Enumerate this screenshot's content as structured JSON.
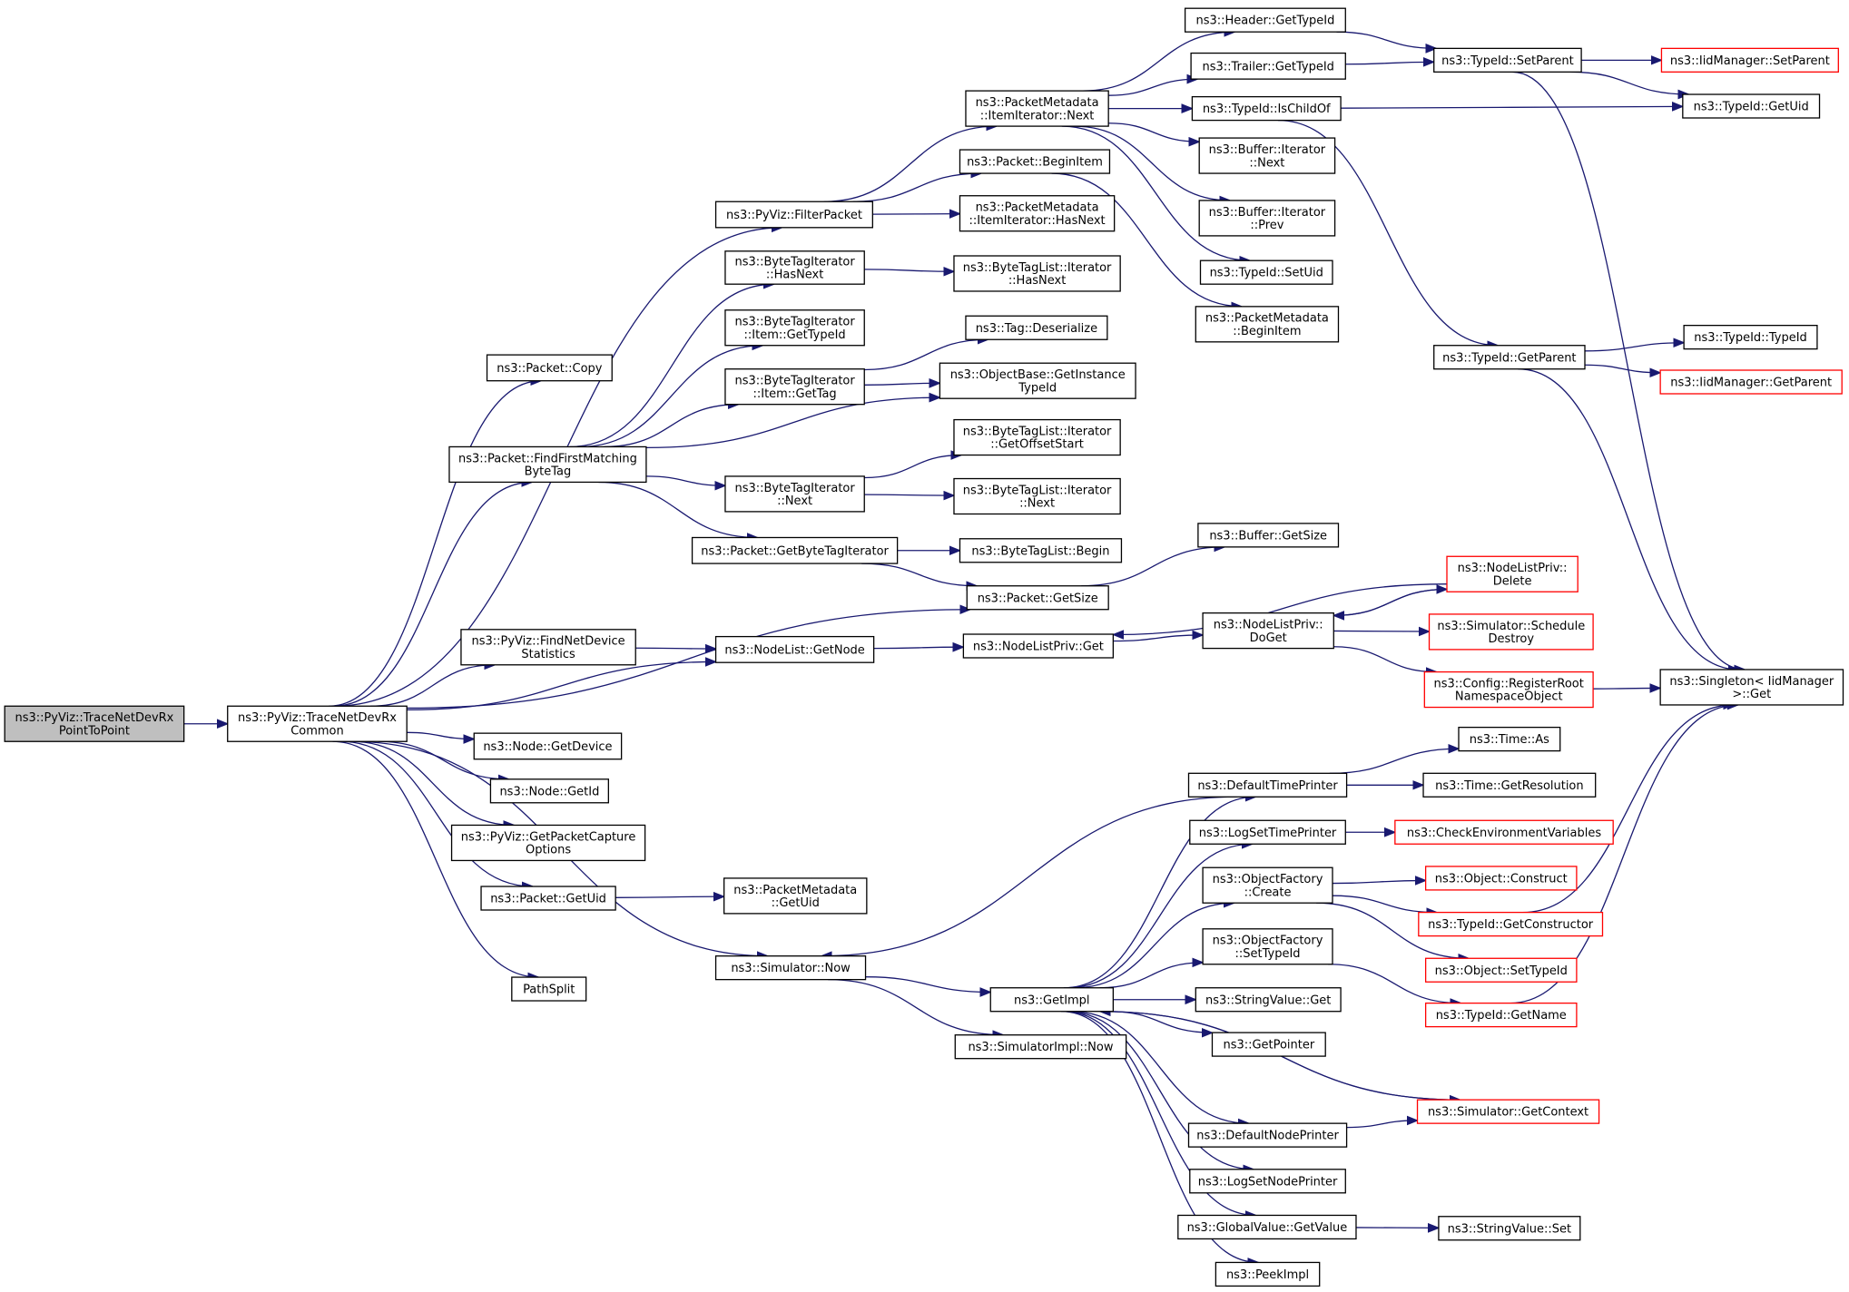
{
  "title": "ns3::PyViz::TraceNetDevRxPointToPoint call graph",
  "colors": {
    "edge": "#191970",
    "external_border": "#ff0000",
    "root_fill": "#bfbfbf"
  },
  "nodes": [
    {
      "id": "root",
      "lines": [
        "ns3::PyViz::TraceNetDevRx",
        "PointToPoint"
      ],
      "kind": "root"
    },
    {
      "id": "common",
      "lines": [
        "ns3::PyViz::TraceNetDevRx",
        "Common"
      ]
    },
    {
      "id": "pcopy",
      "lines": [
        "ns3::Packet::Copy"
      ]
    },
    {
      "id": "filter",
      "lines": [
        "ns3::PyViz::FilterPacket"
      ]
    },
    {
      "id": "bti_hasnext",
      "lines": [
        "ns3::ByteTagIterator",
        "::HasNext"
      ]
    },
    {
      "id": "bti_gettypeid",
      "lines": [
        "ns3::ByteTagIterator",
        "::Item::GetTypeId"
      ]
    },
    {
      "id": "bti_gettag",
      "lines": [
        "ns3::ByteTagIterator",
        "::Item::GetTag"
      ]
    },
    {
      "id": "ffm",
      "lines": [
        "ns3::Packet::FindFirstMatching",
        "ByteTag"
      ]
    },
    {
      "id": "bti_next",
      "lines": [
        "ns3::ByteTagIterator",
        "::Next"
      ]
    },
    {
      "id": "getbti",
      "lines": [
        "ns3::Packet::GetByteTagIterator"
      ]
    },
    {
      "id": "findnds",
      "lines": [
        "ns3::PyViz::FindNetDevice",
        "Statistics"
      ]
    },
    {
      "id": "getnode",
      "lines": [
        "ns3::NodeList::GetNode"
      ]
    },
    {
      "id": "getdevice",
      "lines": [
        "ns3::Node::GetDevice"
      ]
    },
    {
      "id": "getid",
      "lines": [
        "ns3::Node::GetId"
      ]
    },
    {
      "id": "getpco",
      "lines": [
        "ns3::PyViz::GetPacketCapture",
        "Options"
      ]
    },
    {
      "id": "getuid",
      "lines": [
        "ns3::Packet::GetUid"
      ]
    },
    {
      "id": "pm_getuid",
      "lines": [
        "ns3::PacketMetadata",
        "::GetUid"
      ]
    },
    {
      "id": "simnow",
      "lines": [
        "ns3::Simulator::Now"
      ]
    },
    {
      "id": "pathsplit",
      "lines": [
        "PathSplit"
      ]
    },
    {
      "id": "pm_next",
      "lines": [
        "ns3::PacketMetadata",
        "::ItemIterator::Next"
      ]
    },
    {
      "id": "beginitem",
      "lines": [
        "ns3::Packet::BeginItem"
      ]
    },
    {
      "id": "pm_hasnext",
      "lines": [
        "ns3::PacketMetadata",
        "::ItemIterator::HasNext"
      ]
    },
    {
      "id": "btl_hasnext",
      "lines": [
        "ns3::ByteTagList::Iterator",
        "::HasNext"
      ]
    },
    {
      "id": "tagdeser",
      "lines": [
        "ns3::Tag::Deserialize"
      ]
    },
    {
      "id": "objbase",
      "lines": [
        "ns3::ObjectBase::GetInstance",
        "TypeId"
      ]
    },
    {
      "id": "btl_offset",
      "lines": [
        "ns3::ByteTagList::Iterator",
        "::GetOffsetStart"
      ]
    },
    {
      "id": "btl_next",
      "lines": [
        "ns3::ByteTagList::Iterator",
        "::Next"
      ]
    },
    {
      "id": "btl_begin",
      "lines": [
        "ns3::ByteTagList::Begin"
      ]
    },
    {
      "id": "pgetsize",
      "lines": [
        "ns3::Packet::GetSize"
      ]
    },
    {
      "id": "nlp_get",
      "lines": [
        "ns3::NodeListPriv::Get"
      ]
    },
    {
      "id": "getimpl",
      "lines": [
        "ns3::GetImpl"
      ]
    },
    {
      "id": "simimplnow",
      "lines": [
        "ns3::SimulatorImpl::Now"
      ]
    },
    {
      "id": "hdr_gettypeid",
      "lines": [
        "ns3::Header::GetTypeId"
      ]
    },
    {
      "id": "trl_gettypeid",
      "lines": [
        "ns3::Trailer::GetTypeId"
      ]
    },
    {
      "id": "ischildof",
      "lines": [
        "ns3::TypeId::IsChildOf"
      ]
    },
    {
      "id": "bufit_next",
      "lines": [
        "ns3::Buffer::Iterator",
        "::Next"
      ]
    },
    {
      "id": "bufit_prev",
      "lines": [
        "ns3::Buffer::Iterator",
        "::Prev"
      ]
    },
    {
      "id": "setuid",
      "lines": [
        "ns3::TypeId::SetUid"
      ]
    },
    {
      "id": "pm_beginitem",
      "lines": [
        "ns3::PacketMetadata",
        "::BeginItem"
      ]
    },
    {
      "id": "bufgetsize",
      "lines": [
        "ns3::Buffer::GetSize"
      ]
    },
    {
      "id": "doget",
      "lines": [
        "ns3::NodeListPriv::",
        "DoGet"
      ]
    },
    {
      "id": "deftimeprinter",
      "lines": [
        "ns3::DefaultTimePrinter"
      ]
    },
    {
      "id": "logsettime",
      "lines": [
        "ns3::LogSetTimePrinter"
      ]
    },
    {
      "id": "of_create",
      "lines": [
        "ns3::ObjectFactory",
        "::Create"
      ]
    },
    {
      "id": "of_settypeid",
      "lines": [
        "ns3::ObjectFactory",
        "::SetTypeId"
      ]
    },
    {
      "id": "sv_get",
      "lines": [
        "ns3::StringValue::Get"
      ]
    },
    {
      "id": "getpointer",
      "lines": [
        "ns3::GetPointer"
      ]
    },
    {
      "id": "defnodeprinter",
      "lines": [
        "ns3::DefaultNodePrinter"
      ]
    },
    {
      "id": "logsetnode",
      "lines": [
        "ns3::LogSetNodePrinter"
      ]
    },
    {
      "id": "gv_getvalue",
      "lines": [
        "ns3::GlobalValue::GetValue"
      ]
    },
    {
      "id": "peekimpl",
      "lines": [
        "ns3::PeekImpl"
      ]
    },
    {
      "id": "setparent",
      "lines": [
        "ns3::TypeId::SetParent"
      ]
    },
    {
      "id": "getparent",
      "lines": [
        "ns3::TypeId::GetParent"
      ]
    },
    {
      "id": "nlp_delete",
      "lines": [
        "ns3::NodeListPriv::",
        "Delete"
      ],
      "kind": "red"
    },
    {
      "id": "schedDestroy",
      "lines": [
        "ns3::Simulator::Schedule",
        "Destroy"
      ],
      "kind": "red"
    },
    {
      "id": "regroot",
      "lines": [
        "ns3::Config::RegisterRoot",
        "NamespaceObject"
      ],
      "kind": "red"
    },
    {
      "id": "time_as",
      "lines": [
        "ns3::Time::As"
      ]
    },
    {
      "id": "time_res",
      "lines": [
        "ns3::Time::GetResolution"
      ]
    },
    {
      "id": "checkenv",
      "lines": [
        "ns3::CheckEnvironmentVariables"
      ],
      "kind": "red"
    },
    {
      "id": "obj_construct",
      "lines": [
        "ns3::Object::Construct"
      ],
      "kind": "red"
    },
    {
      "id": "getconstructor",
      "lines": [
        "ns3::TypeId::GetConstructor"
      ],
      "kind": "red"
    },
    {
      "id": "obj_settypeid",
      "lines": [
        "ns3::Object::SetTypeId"
      ],
      "kind": "red"
    },
    {
      "id": "getname",
      "lines": [
        "ns3::TypeId::GetName"
      ],
      "kind": "red"
    },
    {
      "id": "getcontext",
      "lines": [
        "ns3::Simulator::GetContext"
      ],
      "kind": "red"
    },
    {
      "id": "sv_set",
      "lines": [
        "ns3::StringValue::Set"
      ]
    },
    {
      "id": "iid_setparent",
      "lines": [
        "ns3::IidManager::SetParent"
      ],
      "kind": "red"
    },
    {
      "id": "typeid_getuid",
      "lines": [
        "ns3::TypeId::GetUid"
      ]
    },
    {
      "id": "typeid_typeid",
      "lines": [
        "ns3::TypeId::TypeId"
      ]
    },
    {
      "id": "iid_getparent",
      "lines": [
        "ns3::IidManager::GetParent"
      ],
      "kind": "red"
    },
    {
      "id": "singleton",
      "lines": [
        "ns3::Singleton< IidManager",
        ">::Get"
      ]
    }
  ],
  "edges": [
    [
      "root",
      "common"
    ],
    [
      "common",
      "pcopy"
    ],
    [
      "common",
      "filter"
    ],
    [
      "common",
      "ffm"
    ],
    [
      "common",
      "pgetsize"
    ],
    [
      "common",
      "findnds"
    ],
    [
      "common",
      "getnode"
    ],
    [
      "common",
      "getdevice"
    ],
    [
      "common",
      "getid"
    ],
    [
      "common",
      "getpco"
    ],
    [
      "common",
      "getuid"
    ],
    [
      "common",
      "simnow"
    ],
    [
      "common",
      "pathsplit"
    ],
    [
      "filter",
      "pm_next"
    ],
    [
      "filter",
      "beginitem"
    ],
    [
      "filter",
      "pm_hasnext"
    ],
    [
      "ffm",
      "bti_hasnext"
    ],
    [
      "ffm",
      "bti_gettypeid"
    ],
    [
      "ffm",
      "bti_gettag"
    ],
    [
      "ffm",
      "objbase"
    ],
    [
      "ffm",
      "bti_next"
    ],
    [
      "ffm",
      "getbti"
    ],
    [
      "bti_hasnext",
      "btl_hasnext"
    ],
    [
      "bti_gettag",
      "tagdeser"
    ],
    [
      "bti_gettag",
      "objbase"
    ],
    [
      "bti_next",
      "btl_offset"
    ],
    [
      "bti_next",
      "btl_next"
    ],
    [
      "getbti",
      "btl_begin"
    ],
    [
      "getbti",
      "pgetsize"
    ],
    [
      "findnds",
      "getnode"
    ],
    [
      "getnode",
      "nlp_get"
    ],
    [
      "getuid",
      "pm_getuid"
    ],
    [
      "simnow",
      "getimpl"
    ],
    [
      "simnow",
      "simimplnow"
    ],
    [
      "pm_next",
      "hdr_gettypeid"
    ],
    [
      "pm_next",
      "trl_gettypeid"
    ],
    [
      "pm_next",
      "ischildof"
    ],
    [
      "pm_next",
      "bufit_next"
    ],
    [
      "pm_next",
      "bufit_prev"
    ],
    [
      "pm_next",
      "setuid"
    ],
    [
      "beginitem",
      "pm_beginitem"
    ],
    [
      "pgetsize",
      "bufgetsize"
    ],
    [
      "nlp_get",
      "doget"
    ],
    [
      "doget",
      "nlp_delete"
    ],
    [
      "doget",
      "schedDestroy"
    ],
    [
      "doget",
      "regroot"
    ],
    [
      "nlp_delete",
      "doget"
    ],
    [
      "nlp_delete",
      "nlp_get"
    ],
    [
      "getimpl",
      "deftimeprinter"
    ],
    [
      "getimpl",
      "logsettime"
    ],
    [
      "getimpl",
      "of_create"
    ],
    [
      "getimpl",
      "of_settypeid"
    ],
    [
      "getimpl",
      "sv_get"
    ],
    [
      "getimpl",
      "getpointer"
    ],
    [
      "getimpl",
      "defnodeprinter"
    ],
    [
      "getimpl",
      "logsetnode"
    ],
    [
      "getimpl",
      "gv_getvalue"
    ],
    [
      "getimpl",
      "peekimpl"
    ],
    [
      "getimpl",
      "getcontext"
    ],
    [
      "getcontext",
      "getimpl"
    ],
    [
      "deftimeprinter",
      "time_as"
    ],
    [
      "deftimeprinter",
      "time_res"
    ],
    [
      "deftimeprinter",
      "simnow"
    ],
    [
      "logsettime",
      "checkenv"
    ],
    [
      "of_create",
      "obj_construct"
    ],
    [
      "of_create",
      "getconstructor"
    ],
    [
      "of_create",
      "obj_settypeid"
    ],
    [
      "of_settypeid",
      "getname"
    ],
    [
      "defnodeprinter",
      "getcontext"
    ],
    [
      "gv_getvalue",
      "sv_set"
    ],
    [
      "hdr_gettypeid",
      "setparent"
    ],
    [
      "trl_gettypeid",
      "setparent"
    ],
    [
      "ischildof",
      "typeid_getuid"
    ],
    [
      "ischildof",
      "getparent"
    ],
    [
      "setparent",
      "iid_setparent"
    ],
    [
      "setparent",
      "typeid_getuid"
    ],
    [
      "setparent",
      "singleton"
    ],
    [
      "getparent",
      "typeid_typeid"
    ],
    [
      "getparent",
      "iid_getparent"
    ],
    [
      "getparent",
      "singleton"
    ],
    [
      "regroot",
      "singleton"
    ],
    [
      "getconstructor",
      "singleton"
    ],
    [
      "getname",
      "singleton"
    ]
  ]
}
